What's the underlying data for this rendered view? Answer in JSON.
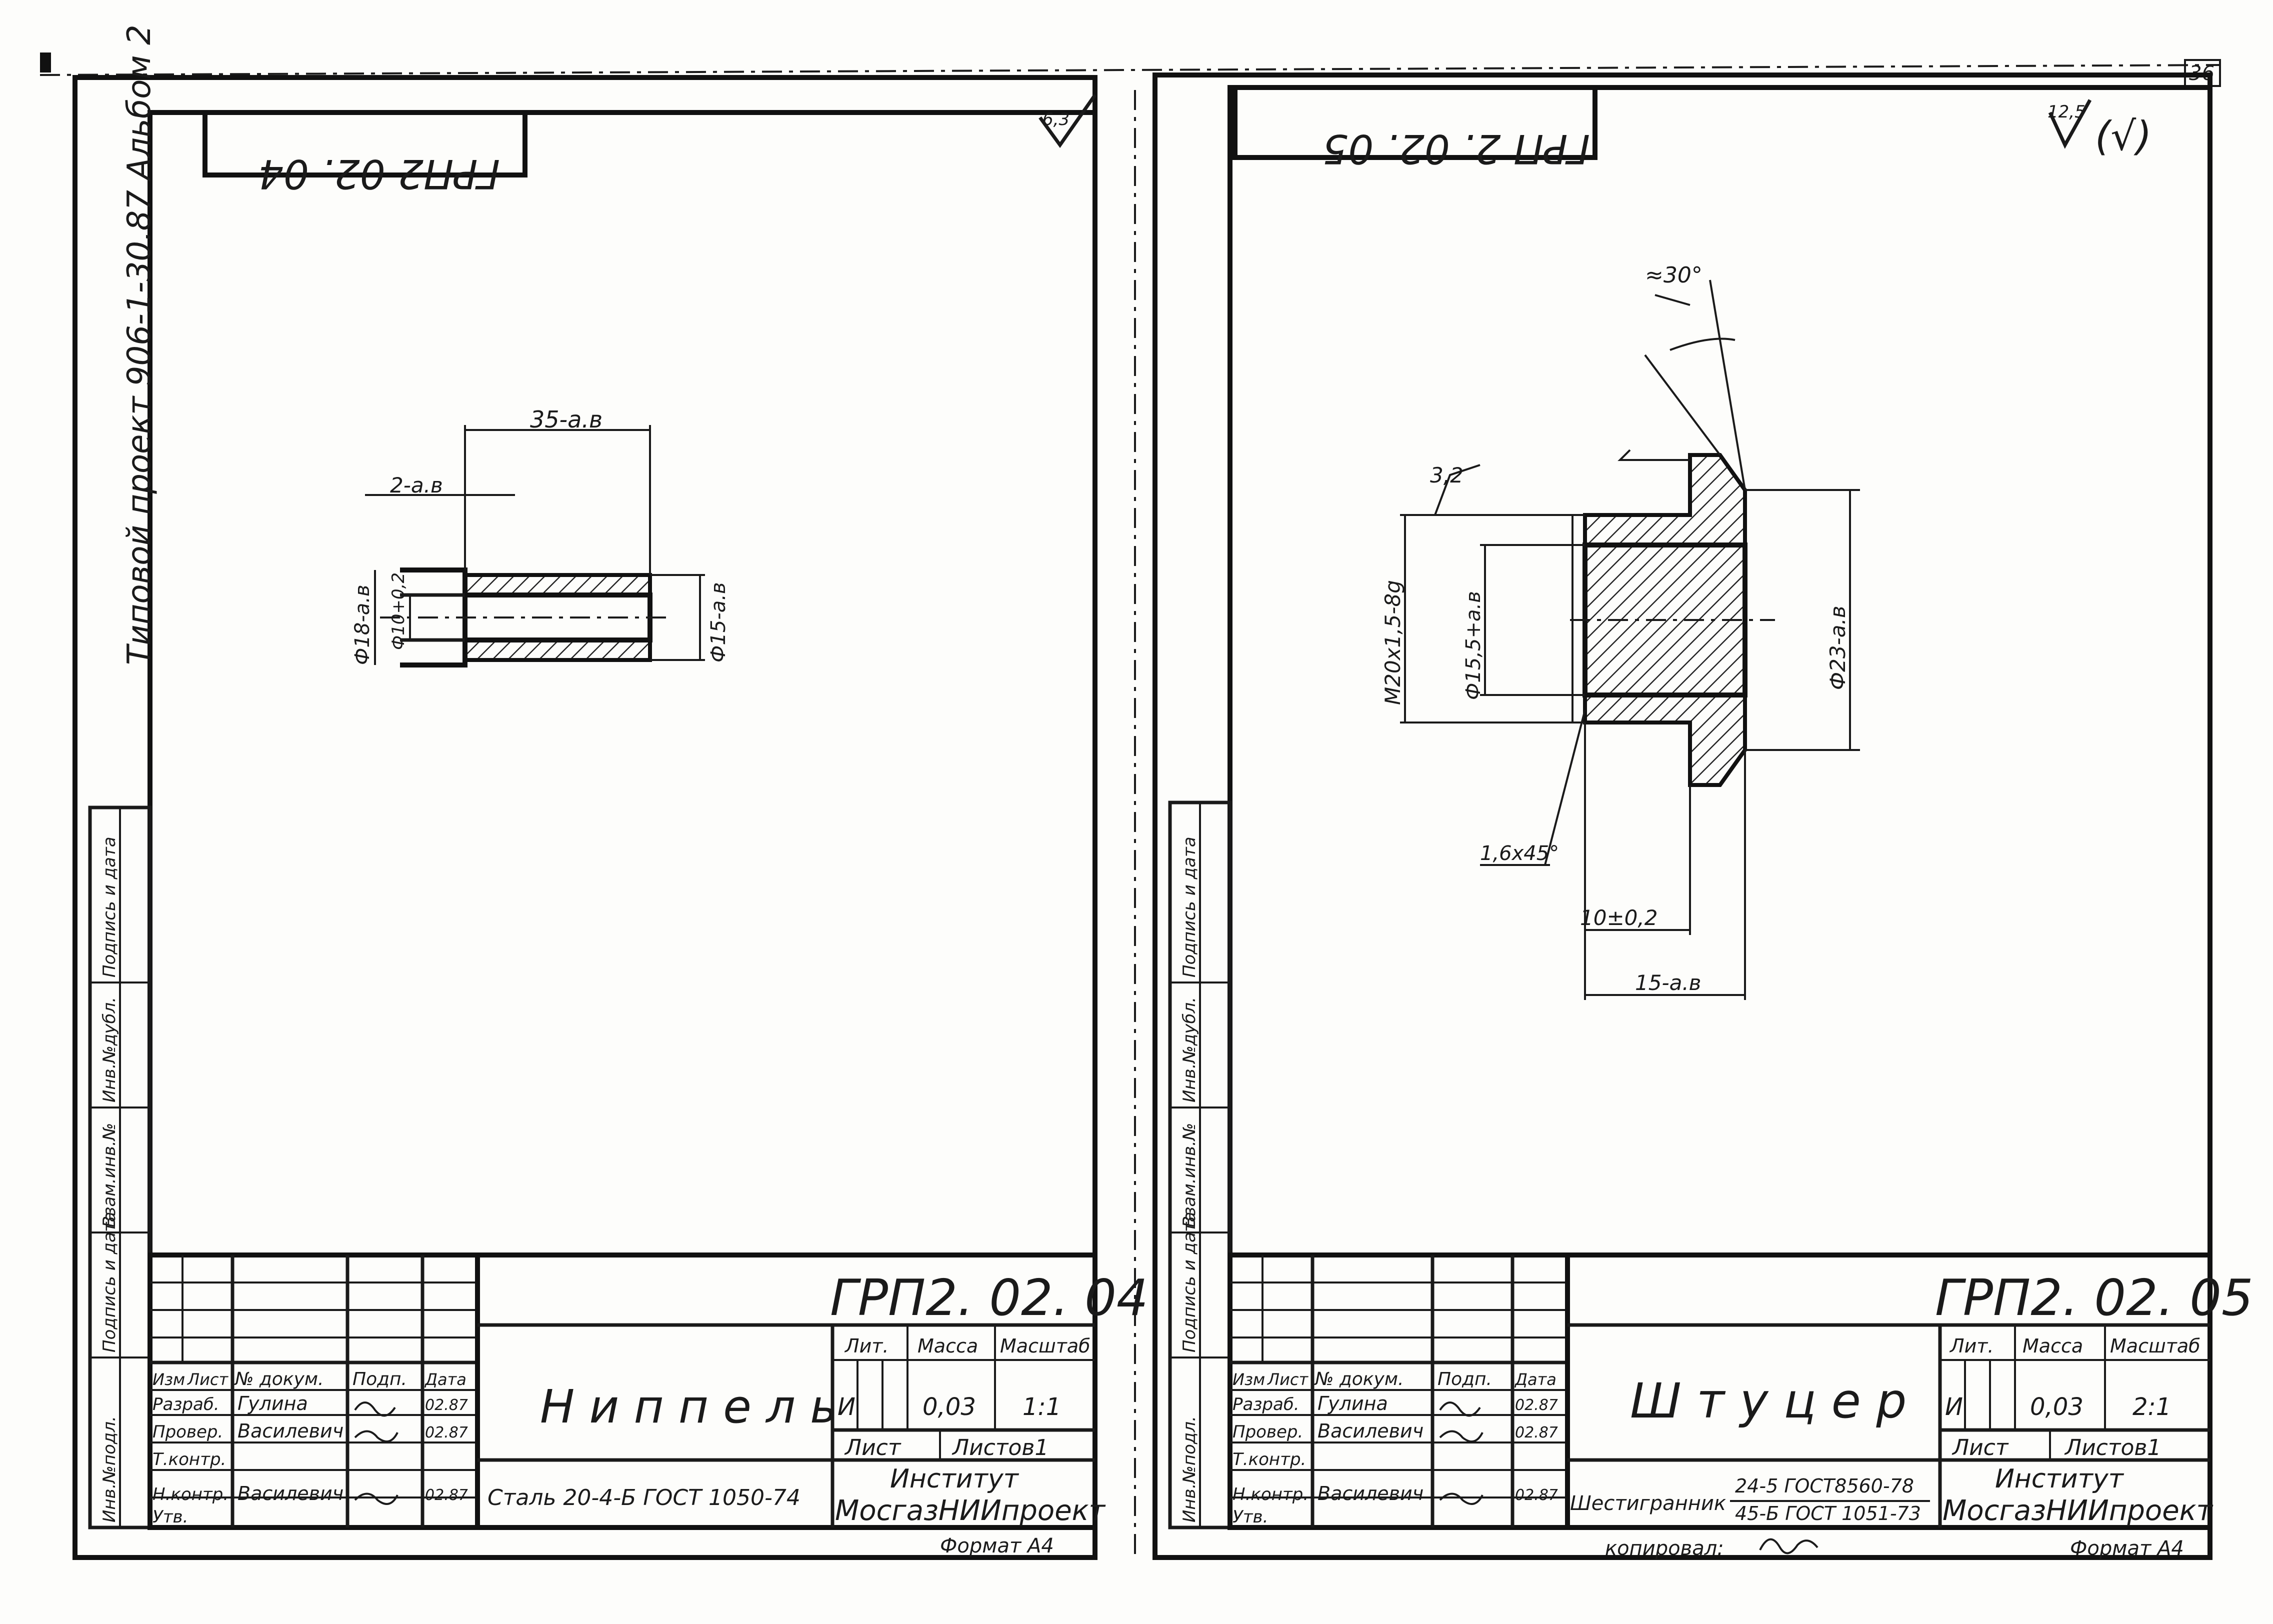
{
  "page_number": "36",
  "side_label": "Типовой проект 906-1-30.87 Альбом 2",
  "left_sheet": {
    "top_code": "ГРП2 02. 04",
    "roughness": "6,3",
    "dimensions": {
      "length": "35-а.в",
      "chamfer": "2-а.в",
      "dia_outer": "Ф18-а.в",
      "dia_inner": "Ф10+0,2",
      "dia_thread": "Ф15-а.в"
    },
    "title_code": "ГРП2. 02. 04",
    "name": "Н и п п е л ь",
    "material": "Сталь 20-4-Б ГОСТ 1050-74",
    "lit": "И",
    "mass": "0,03",
    "scale": "1:1",
    "sheet_label": "Лист",
    "sheets_label": "Листов1",
    "org_line1": "Институт",
    "org_line2": "МосгазНИИпроект",
    "format": "Формат А4"
  },
  "right_sheet": {
    "top_code": "ГРП 2. 02. 05",
    "roughness": "12,5",
    "roughness_paren": "(√)",
    "dimensions": {
      "angle": "≈30°",
      "roughness_local": "3,2",
      "thread": "М20х1,5-8g",
      "dia_bore": "Ф15,5+а.в",
      "dia_flange": "Ф23-а.в",
      "chamfer": "1,6х45°",
      "len1": "10±0,2",
      "len2": "15-а.в"
    },
    "title_code": "ГРП2. 02. 05",
    "name": "Ш т у ц е р",
    "material_prefix": "Шестигранник",
    "material_line1": "24-5 ГОСТ8560-78",
    "material_line2": "45-Б ГОСТ 1051-73",
    "lit": "И",
    "mass": "0,03",
    "scale": "2:1",
    "sheet_label": "Лист",
    "sheets_label": "Листов1",
    "org_line1": "Институт",
    "org_line2": "МосгазНИИпроект",
    "format": "Формат А4",
    "copied": "копировал:"
  },
  "stamp_headers": {
    "izm": "Изм",
    "list": "Лист",
    "doc": "№ докум.",
    "sign": "Подп.",
    "date": "Дата",
    "lit": "Лит.",
    "mass": "Масса",
    "scale": "Масштаб"
  },
  "stamp_rows": {
    "r1_role": "Разраб.",
    "r1_name": "Гулина",
    "r1_date": "02.87",
    "r2_role": "Провер.",
    "r2_name": "Василевич",
    "r2_date": "02.87",
    "r3_role": "Т.контр.",
    "r4_role": "Н.контр.",
    "r4_name": "Василевич",
    "r4_date": "02.87",
    "r5_role": "Утв."
  },
  "side_fields": [
    "Инв.№подл.",
    "Подпись и дата",
    "Взам.инв.№",
    "Инв.№дубл.",
    "Подпись и дата"
  ]
}
